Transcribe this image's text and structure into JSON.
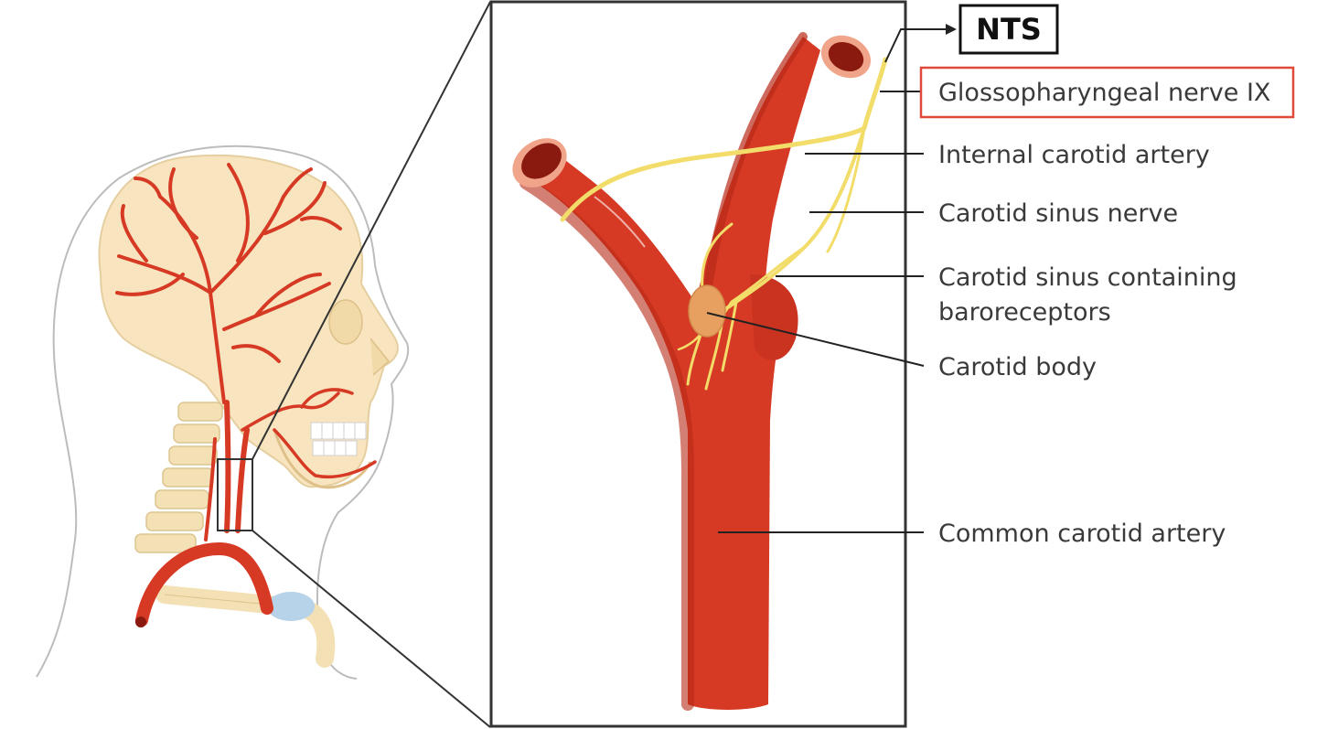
{
  "diagram": {
    "colors": {
      "artery": "#d63a25",
      "artery_dark": "#b82a18",
      "artery_lumen": "#8a1a10",
      "artery_rim": "#f0a58a",
      "nerve": "#f2dc6a",
      "carotid_body": "#e8a060",
      "skull": "#f8e5bf",
      "skin_outline": "#bcbcbc",
      "cartilage": "#b7d3ea",
      "highlight_box": "#e0483a"
    },
    "labels": {
      "nts": "NTS",
      "glossopharyngeal": "Glossopharyngeal nerve IX",
      "internal_carotid": "Internal carotid artery",
      "sinus_nerve": "Carotid sinus nerve",
      "sinus_line1": "Carotid sinus containing",
      "sinus_line2": "baroreceptors",
      "carotid_body": "Carotid body",
      "common_carotid": "Common carotid artery"
    }
  }
}
